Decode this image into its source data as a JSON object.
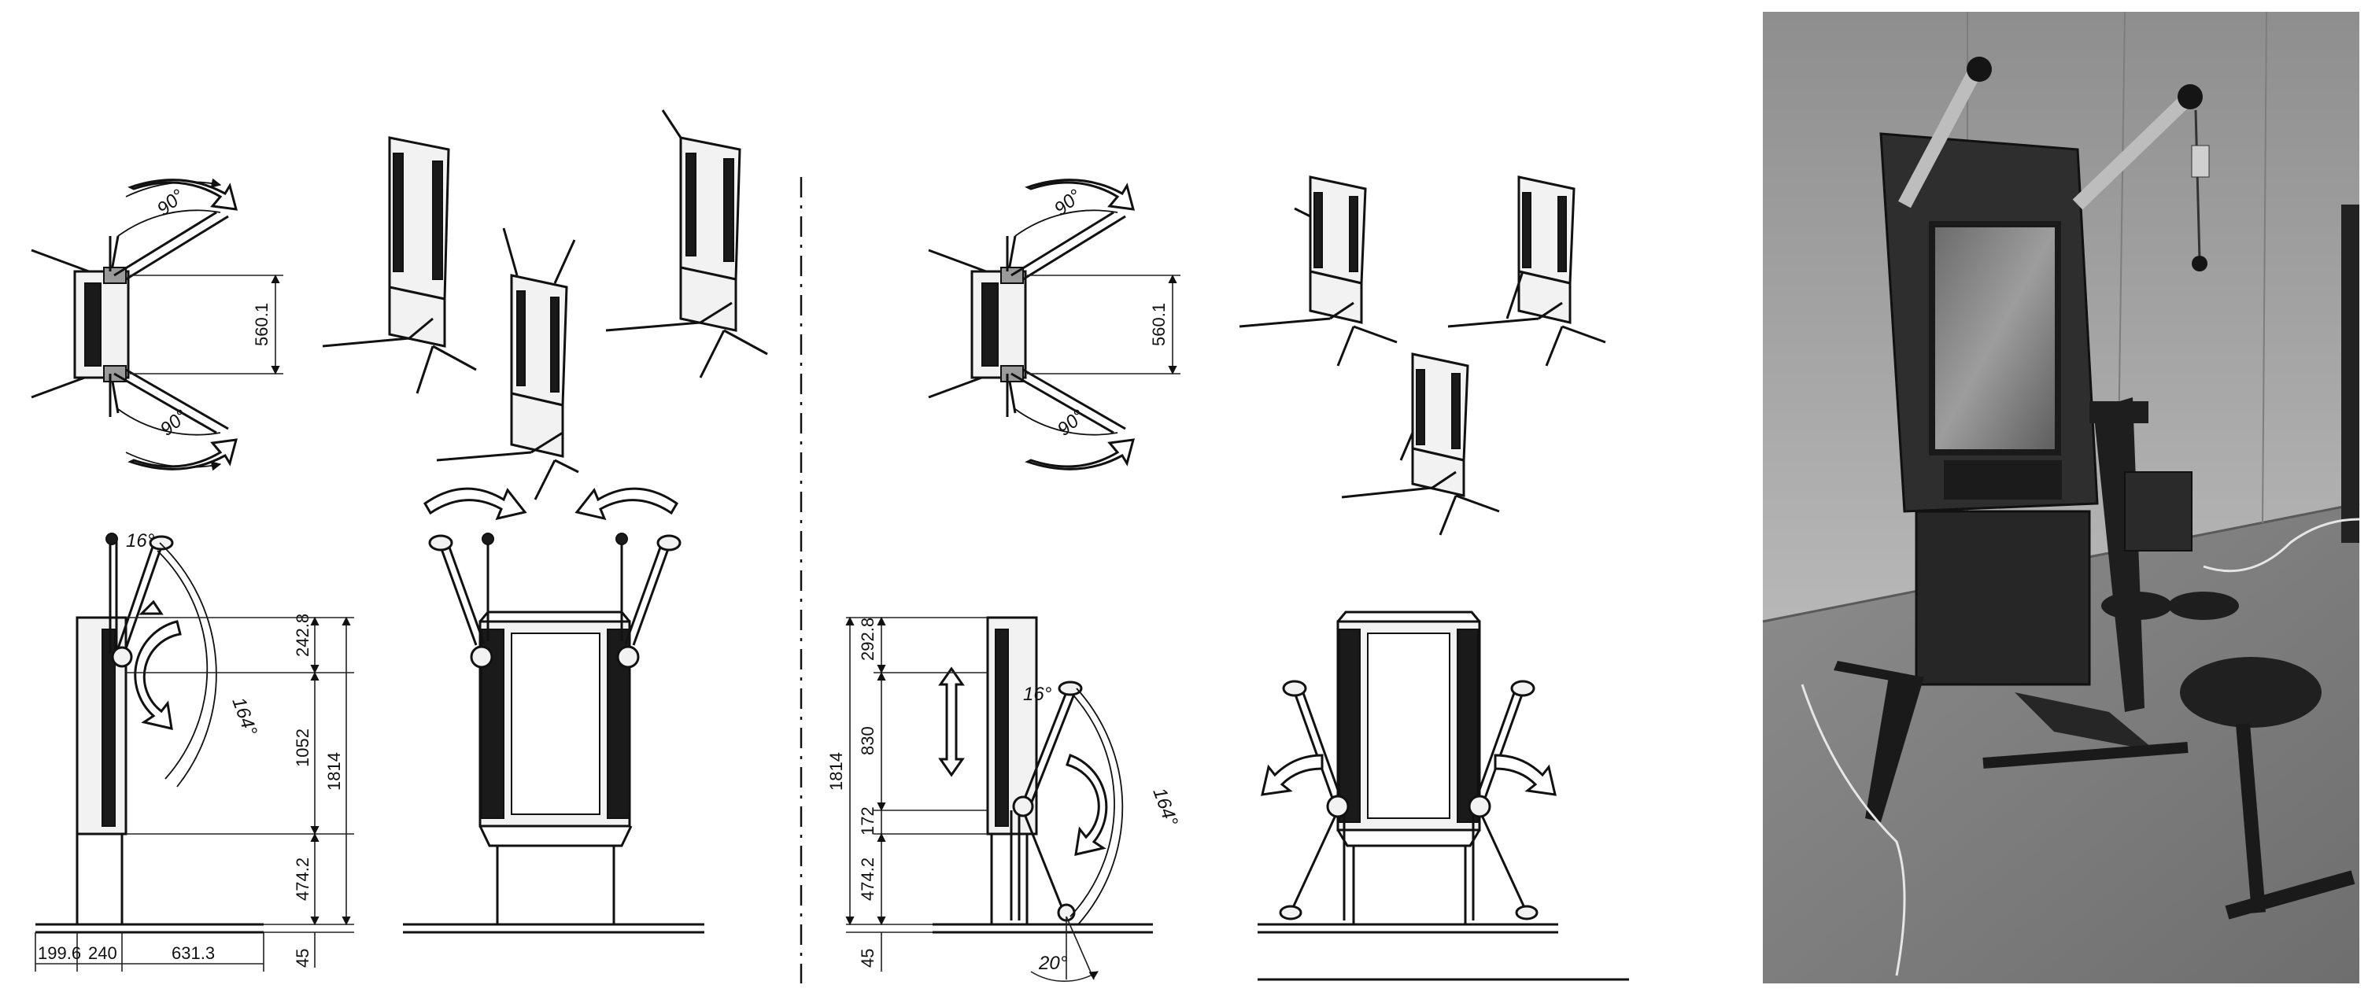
{
  "drawing_a": {
    "top_view": {
      "angle_upper": "90°",
      "angle_lower": "90°",
      "width_dim": "560.1"
    },
    "side_view": {
      "angle_tilt": "16°",
      "angle_swing": "164°",
      "dim_top": "242.8",
      "dim_mid": "1052",
      "dim_total": "1814",
      "dim_bottom": "474.2",
      "dim_base": "45",
      "dim_b1": "199.6",
      "dim_b2": "240",
      "dim_b3": "631.3"
    }
  },
  "drawing_b": {
    "top_view": {
      "angle_upper": "90°",
      "angle_lower": "90°",
      "width_dim": "560.1"
    },
    "side_view": {
      "dim_top": "292.8",
      "dim_mid": "830",
      "dim_small": "172",
      "dim_total": "1814",
      "dim_bottom": "474.2",
      "dim_base": "45",
      "angle_tilt": "16°",
      "angle_swing": "164°",
      "angle_foot": "20°"
    }
  },
  "photo": {
    "subject": "cable-machine-photo"
  }
}
